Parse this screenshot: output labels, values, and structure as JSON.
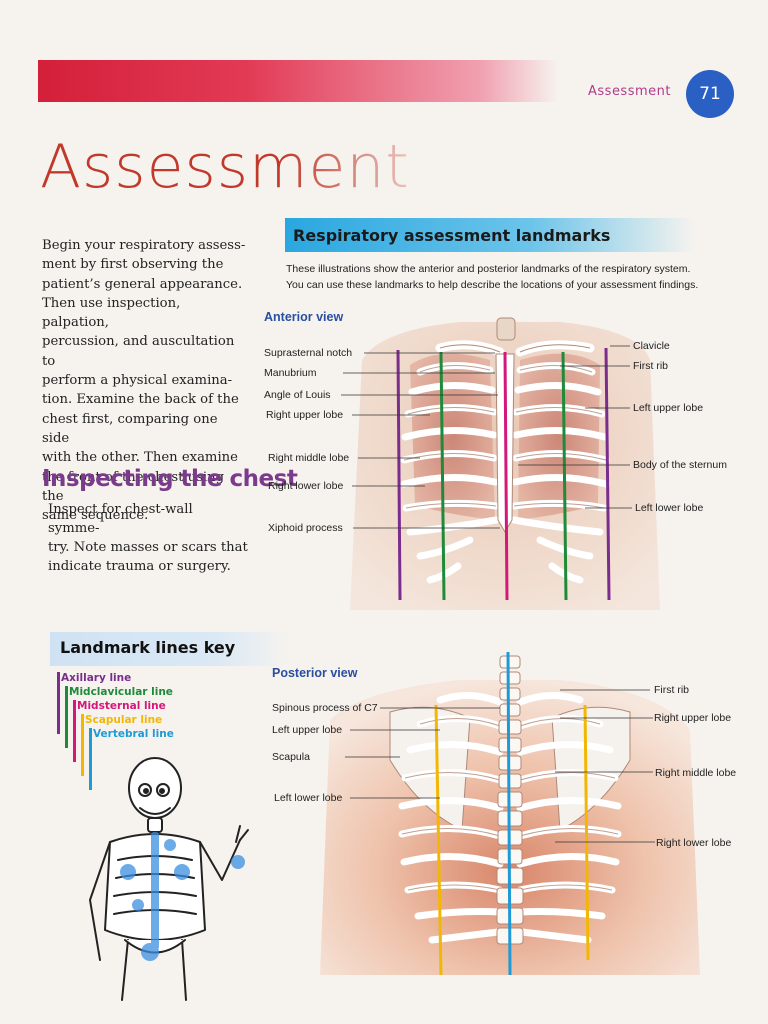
{
  "header": {
    "running_head": "Assessment",
    "page_number": "71",
    "title": "Assessment"
  },
  "intro": {
    "lines": [
      "Begin your respiratory assess-",
      "ment by first observing the",
      "patient’s general appearance.",
      "Then use inspection, palpation,",
      "percussion, and auscultation to",
      "perform a physical examina-",
      "tion. Examine the back of the",
      "chest first, comparing one side",
      "with the other. Then examine",
      "the front of the chest using the",
      "same sequence."
    ]
  },
  "inspecting": {
    "heading": "Inspecting the chest",
    "lines": [
      "Inspect for chest-wall symme-",
      "try. Note masses or scars that",
      "indicate trauma or surgery."
    ]
  },
  "key": {
    "heading": "Landmark lines key",
    "items": [
      {
        "label": "Axillary line",
        "color": "#7b2d8e"
      },
      {
        "label": "Midclavicular line",
        "color": "#1f8a3a"
      },
      {
        "label": "Midsternal line",
        "color": "#d4177a"
      },
      {
        "label": "Scapular line",
        "color": "#f2b705"
      },
      {
        "label": "Vertebral line",
        "color": "#1e9ad6"
      }
    ]
  },
  "landmarks": {
    "heading": "Respiratory assessment landmarks",
    "intro_lines": [
      "These illustrations show the anterior and posterior landmarks of the respiratory system.",
      "You can use these landmarks to help describe the locations of your assessment findings."
    ],
    "anterior": {
      "title": "Anterior view",
      "left_labels": [
        "Suprasternal notch",
        "Manubrium",
        "Angle of Louis",
        "Right upper lobe",
        "Right middle lobe",
        "Right lower lobe",
        "Xiphoid process"
      ],
      "right_labels": [
        "Clavicle",
        "First rib",
        "Left upper lobe",
        "Body of the sternum",
        "Left lower lobe"
      ]
    },
    "posterior": {
      "title": "Posterior view",
      "left_labels": [
        "Spinous process of C7",
        "Left upper lobe",
        "Scapula",
        "Left lower lobe"
      ],
      "right_labels": [
        "First rib",
        "Right upper lobe",
        "Right middle lobe",
        "Right lower lobe"
      ]
    }
  }
}
